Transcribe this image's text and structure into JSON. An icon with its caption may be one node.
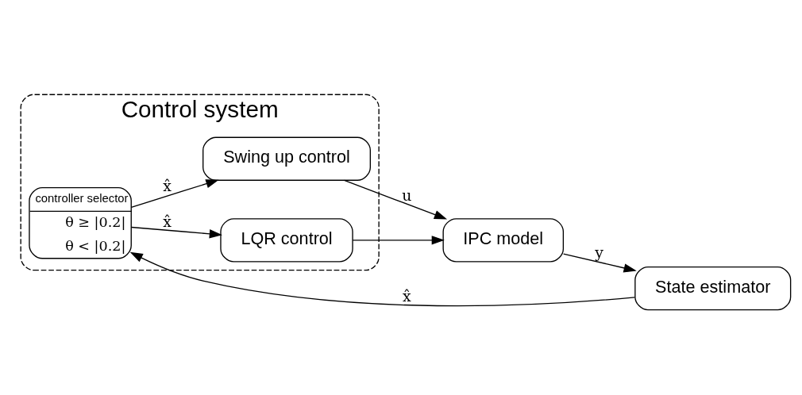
{
  "diagram": {
    "nodes": [
      {
        "text": [
          "Control system"
        ]
      },
      {
        "text": [
          "controller selector",
          "θ ≥ |0.2|",
          "θ < |0.2|"
        ],
        "in": 0
      },
      {
        "text": [
          "Swing up control"
        ],
        "in": 0
      },
      {
        "text": [
          "LQR control"
        ],
        "in": 0
      },
      {
        "text": [
          "IPC model"
        ]
      },
      {
        "text": [
          "State estimator"
        ]
      }
    ],
    "edges": [
      {
        "from": 1,
        "to": 2,
        "arrow": "to",
        "label": "x̂"
      },
      {
        "from": 1,
        "to": 3,
        "arrow": "to",
        "label": "x̂"
      },
      {
        "from": 2,
        "to": 4,
        "arrow": "to",
        "label": "u"
      },
      {
        "from": 3,
        "to": 4,
        "arrow": "to"
      },
      {
        "from": 4,
        "to": 5,
        "arrow": "to",
        "label": "y"
      },
      {
        "from": 5,
        "to": 1,
        "arrow": "to",
        "label": "x̂"
      }
    ]
  }
}
